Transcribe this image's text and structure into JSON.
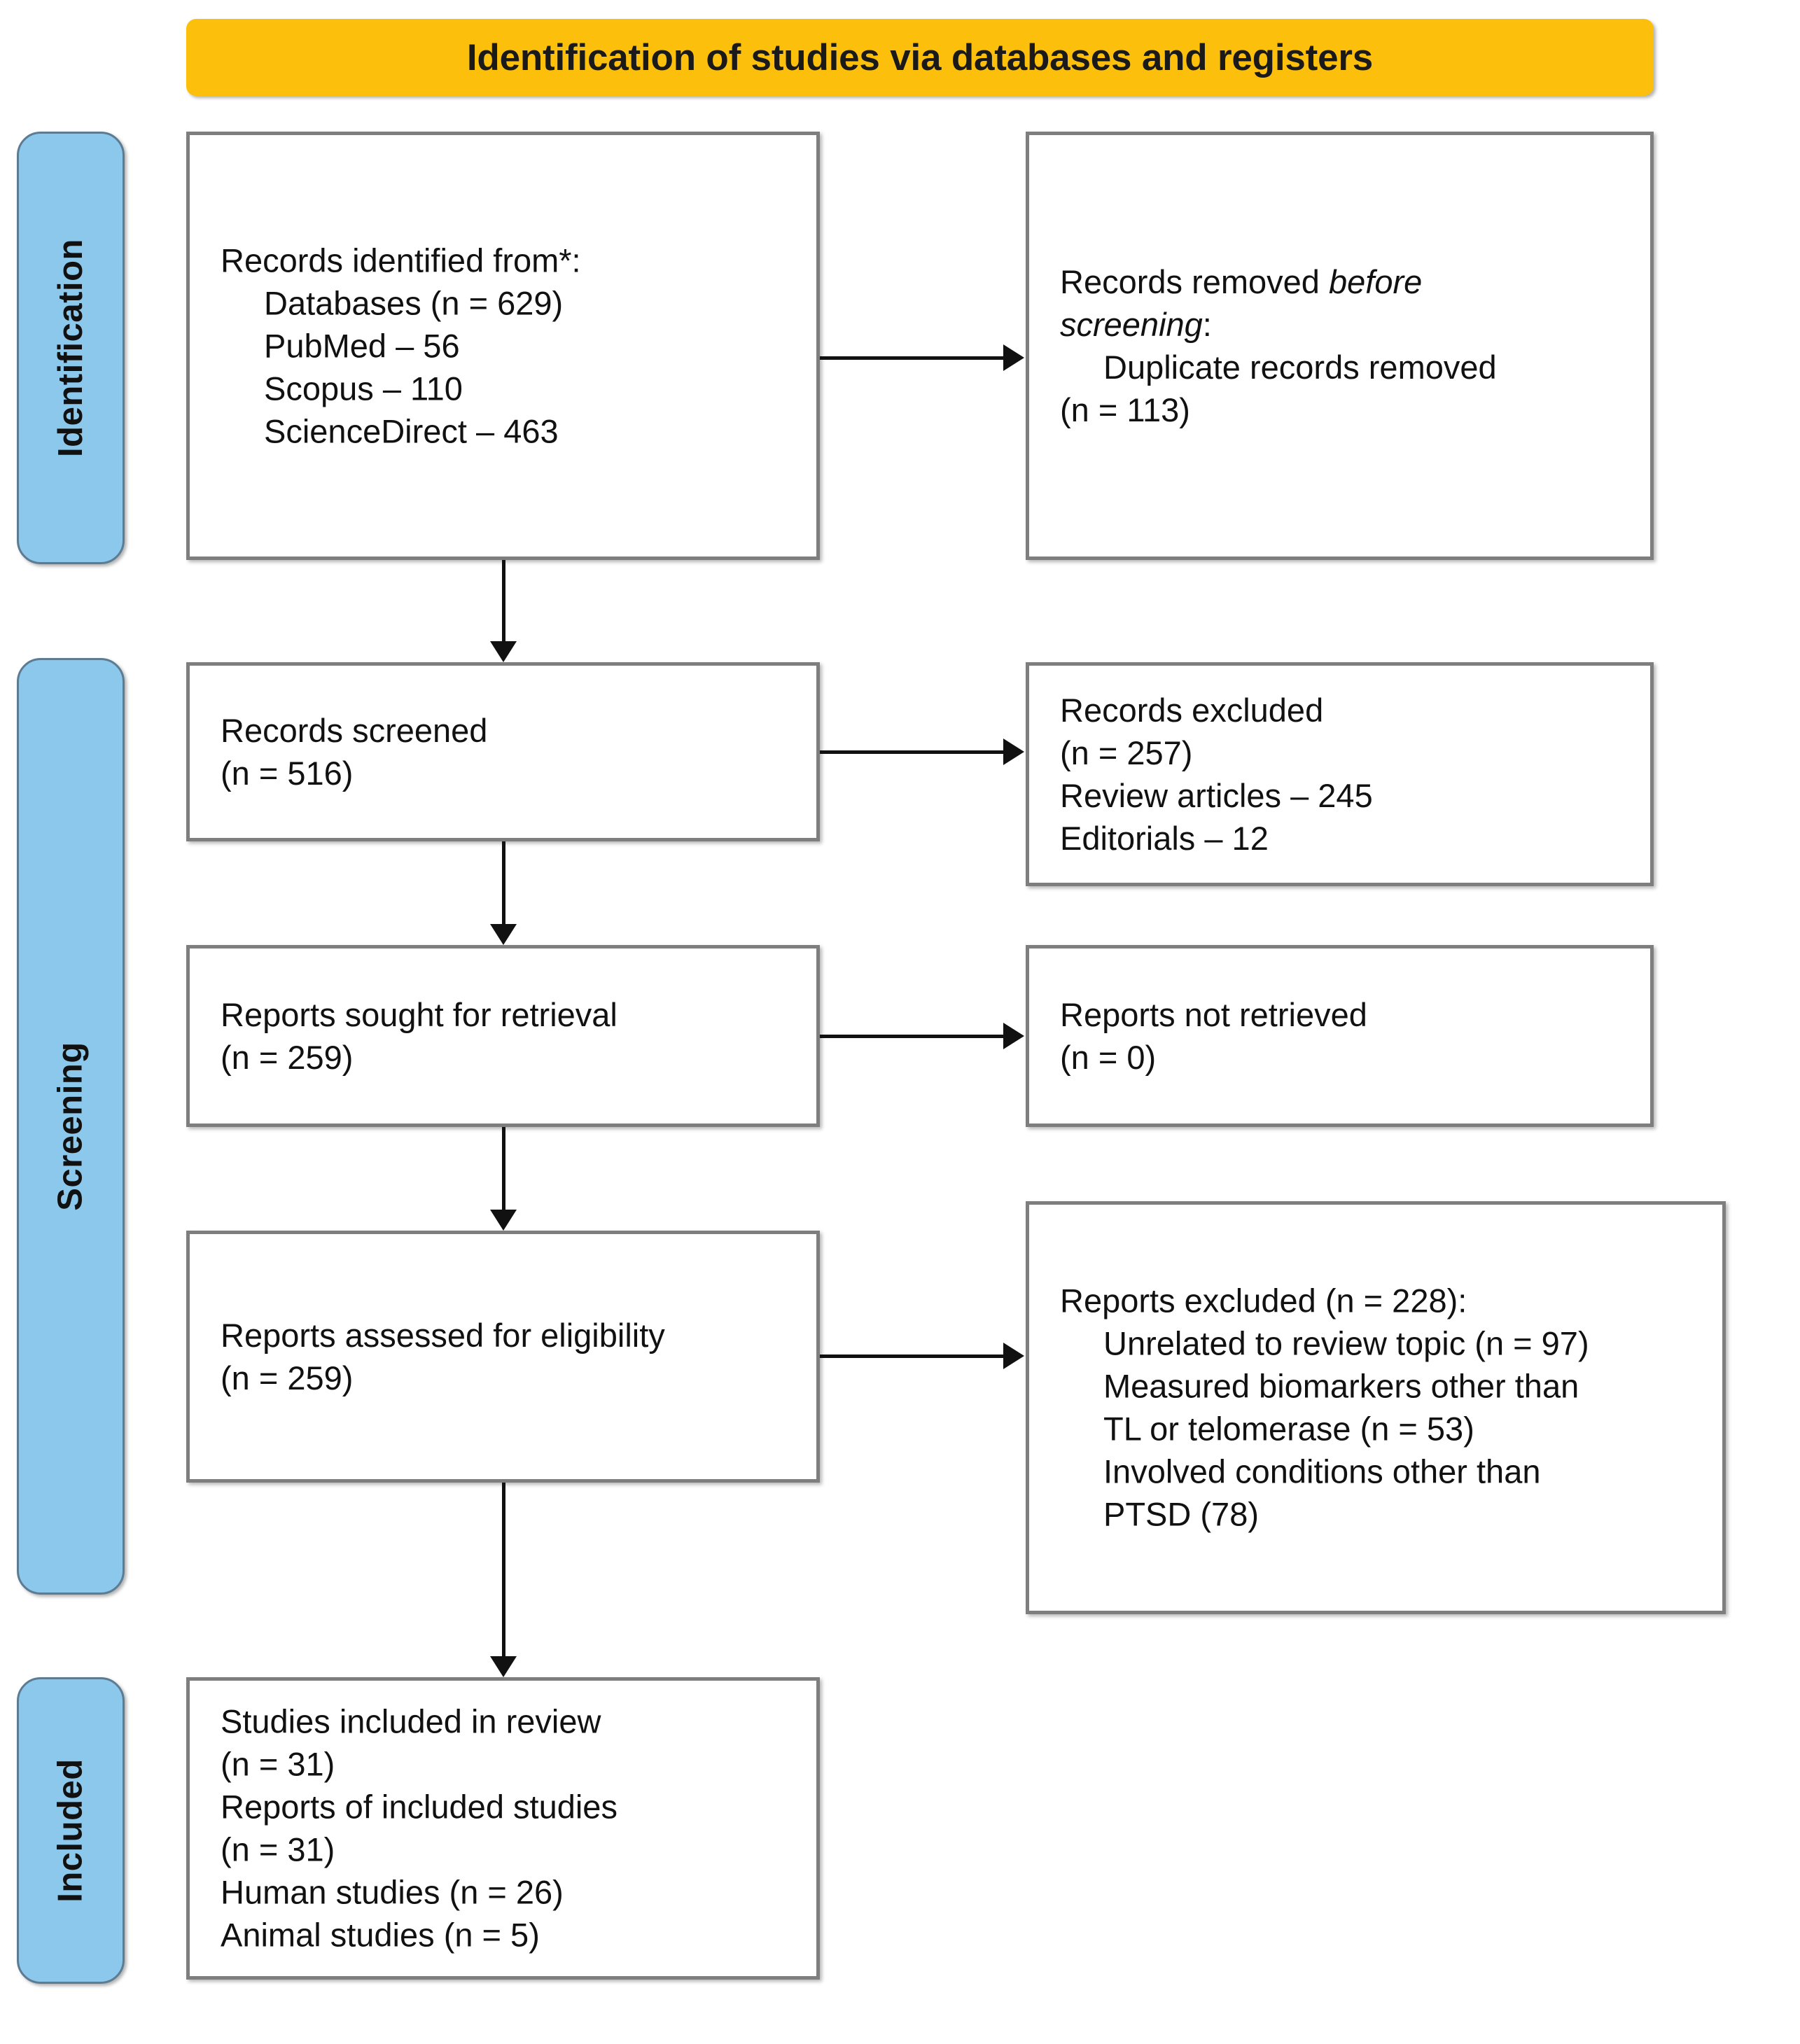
{
  "header": {
    "title": "Identification of studies via databases and registers"
  },
  "stages": [
    {
      "id": "identification",
      "label": "Identification"
    },
    {
      "id": "screening",
      "label": "Screening"
    },
    {
      "id": "included",
      "label": "Included"
    }
  ],
  "boxes": {
    "identified": {
      "lines": [
        {
          "text": "Records identified from*:",
          "indent": false
        },
        {
          "text": "Databases (n = 629)",
          "indent": true
        },
        {
          "text": "PubMed – 56",
          "indent": true
        },
        {
          "text": "Scopus – 110",
          "indent": true
        },
        {
          "text": "ScienceDirect – 463",
          "indent": true
        }
      ]
    },
    "records_removed": {
      "line1_plain": "Records removed ",
      "line1_italic": "before",
      "line2_italic": "screening",
      "line2_plain": ":",
      "lines_rest": [
        {
          "text": "Duplicate records removed",
          "indent": true
        },
        {
          "text": "(n = 113)",
          "indent": false
        }
      ]
    },
    "records_screened": {
      "lines": [
        {
          "text": "Records screened",
          "indent": false
        },
        {
          "text": "(n = 516)",
          "indent": false
        }
      ]
    },
    "records_excluded": {
      "lines": [
        {
          "text": "Records excluded",
          "indent": false
        },
        {
          "text": "(n = 257)",
          "indent": false
        },
        {
          "text": "Review articles – 245",
          "indent": false
        },
        {
          "text": "Editorials – 12",
          "indent": false
        }
      ]
    },
    "reports_sought": {
      "lines": [
        {
          "text": "Reports sought for retrieval",
          "indent": false
        },
        {
          "text": "(n = 259)",
          "indent": false
        }
      ]
    },
    "reports_not_retrieved": {
      "lines": [
        {
          "text": "Reports not retrieved",
          "indent": false
        },
        {
          "text": "(n = 0)",
          "indent": false
        }
      ]
    },
    "reports_assessed": {
      "lines": [
        {
          "text": "Reports assessed for eligibility",
          "indent": false
        },
        {
          "text": "(n = 259)",
          "indent": false
        }
      ]
    },
    "reports_excluded": {
      "lines": [
        {
          "text": "Reports excluded (n = 228):",
          "indent": false
        },
        {
          "text": "Unrelated to review topic (n = 97)",
          "indent": true
        },
        {
          "text": "Measured biomarkers other than",
          "indent": true
        },
        {
          "text": "TL or telomerase (n = 53)",
          "indent": true
        },
        {
          "text": "Involved conditions other than",
          "indent": true
        },
        {
          "text": "PTSD (78)",
          "indent": true
        }
      ]
    },
    "studies_included": {
      "lines": [
        {
          "text": "Studies included in review",
          "indent": false
        },
        {
          "text": "(n = 31)",
          "indent": false
        },
        {
          "text": "Reports of included studies",
          "indent": false
        },
        {
          "text": "(n = 31)",
          "indent": false
        },
        {
          "text": "Human studies (n = 26)",
          "indent": false
        },
        {
          "text": "Animal studies (n = 5)",
          "indent": false
        }
      ]
    }
  },
  "colors": {
    "header_yellow": "#FCC00C",
    "stage_blue": "#8CC8EB",
    "stage_blue_border": "#5C7C93",
    "box_border_gray": "#7E7E7E",
    "arrow_black": "#111111",
    "text_black": "#111111"
  }
}
